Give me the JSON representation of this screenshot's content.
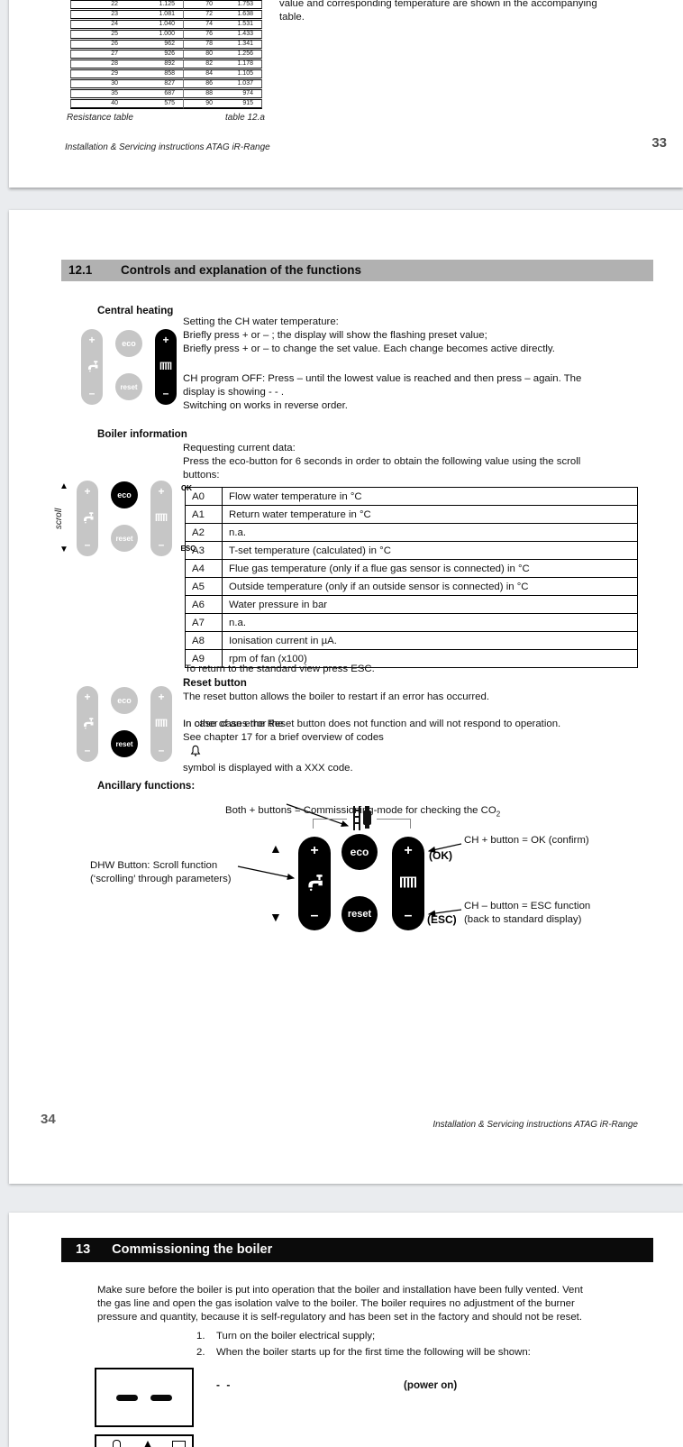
{
  "page33": {
    "resistance_table": {
      "rows": [
        [
          "22",
          "1.125",
          "70",
          "1.753"
        ],
        [
          "23",
          "1.081",
          "72",
          "1.638"
        ],
        [
          "24",
          "1.040",
          "74",
          "1.531"
        ],
        [
          "25",
          "1.000",
          "76",
          "1.433"
        ],
        [
          "26",
          "962",
          "78",
          "1.341"
        ],
        [
          "27",
          "926",
          "80",
          "1.256"
        ],
        [
          "28",
          "892",
          "82",
          "1.178"
        ],
        [
          "29",
          "858",
          "84",
          "1.105"
        ],
        [
          "30",
          "827",
          "86",
          "1.037"
        ],
        [
          "35",
          "687",
          "88",
          "974"
        ],
        [
          "40",
          "575",
          "90",
          "915"
        ]
      ]
    },
    "side_text": "value and corresponding temperature are shown in the accompanying\ntable.",
    "caption_left": "Resistance table",
    "caption_right": "table 12.a",
    "footer_left": "Installation & Servicing instructions   ATAG iR-Range",
    "page_number": "33"
  },
  "page34": {
    "section": {
      "number": "12.1",
      "title": "Controls and explanation of the functions"
    },
    "central_heating": {
      "heading": "Central heating",
      "body1": "Setting the CH water temperature:\nBriefly press + or – ; the display will show the flashing preset value;\nBriefly press + or – to change the set value. Each change becomes active directly.",
      "body2": "CH program OFF: Press – until the lowest value is reached and then press – again. The\ndisplay is showing - - .\nSwitching on works in reverse order."
    },
    "boiler_info": {
      "heading": "Boiler information",
      "body": "Requesting current data:\nPress the eco-button for 6 seconds in order to obtain the following value using the scroll\nbuttons:",
      "scroll_label": "scroll",
      "ok_label": "OK",
      "esc_label": "ESC",
      "table_rows": [
        {
          "code": "A0",
          "desc": "Flow water temperature in °C"
        },
        {
          "code": "A1",
          "desc": "Return water temperature in °C"
        },
        {
          "code": "A2",
          "desc": "n.a."
        },
        {
          "code": "A3",
          "desc": "T-set temperature (calculated) in °C"
        },
        {
          "code": "A4",
          "desc": "Flue gas temperature (only if a flue gas sensor is connected) in °C"
        },
        {
          "code": "A5",
          "desc": "Outside temperature (only if an outside sensor is connected) in °C"
        },
        {
          "code": "A6",
          "desc": "Water pressure in bar"
        },
        {
          "code": "A7",
          "desc": "n.a."
        },
        {
          "code": "A8",
          "desc": "Ionisation current in µA."
        },
        {
          "code": "A9",
          "desc": "rpm of fan (x100)"
        }
      ],
      "after_table": "To return to the standard view press ESC."
    },
    "reset_section": {
      "heading": "Reset button",
      "line1": "The reset button allows the boiler to restart if an error has occurred.",
      "line2_pre": "In case of an error the",
      "line2_post": "symbol is displayed with a XXX code.",
      "line3": "In other cases the Reset button does not function and will not respond to operation.",
      "line4": "See chapter 17 for a brief overview of codes"
    },
    "ancillary": {
      "heading": "Ancillary functions:",
      "commissioning_pre": "Both + buttons = Commissioning-mode for checking the CO",
      "commissioning_sub": "2",
      "dhw_label": "DHW Button: Scroll function\n(‘scrolling’ through parameters)",
      "ok_note": "CH + button = OK (confirm)",
      "ok_tag": "(OK)",
      "esc_note": "CH – button = ESC function\n(back to standard display)",
      "esc_tag": "(ESC)"
    },
    "buttons": {
      "eco": "eco",
      "reset": "reset",
      "plus": "+",
      "minus": "–",
      "up": "▲",
      "down": "▼"
    },
    "footer_right": "Installation & Servicing instructions   ATAG iR-Range",
    "page_number": "34"
  },
  "page35": {
    "section": {
      "number": "13",
      "title": "Commissioning the boiler"
    },
    "intro": "Make sure before the boiler is put into operation that the boiler and installation have been fully vented. Vent\nthe gas line and open the gas isolation valve to the boiler. The boiler requires no adjustment of the burner\npressure and quantity, because it is self-regulatory and has been set in the factory and should not be reset.",
    "steps": [
      {
        "num": "1.",
        "text": "Turn on the boiler electrical supply;"
      },
      {
        "num": "2.",
        "text": "When the boiler starts up for the first time the following will be shown:"
      }
    ],
    "display_code": "- -",
    "display_note": "(power on)"
  }
}
